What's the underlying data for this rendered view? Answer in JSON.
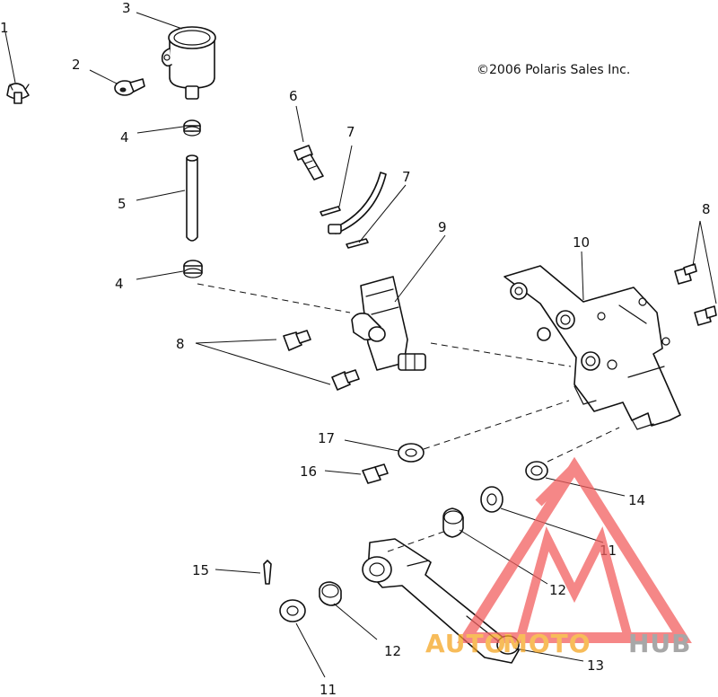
{
  "copyright": "©2006 Polaris Sales Inc.",
  "callouts": {
    "c1": "1",
    "c2": "2",
    "c3": "3",
    "c4a": "4",
    "c4b": "4",
    "c5": "5",
    "c6": "6",
    "c7a": "7",
    "c7b": "7",
    "c8a": "8",
    "c8b": "8",
    "c9": "9",
    "c10": "10",
    "c11a": "11",
    "c11b": "11",
    "c12a": "12",
    "c12b": "12",
    "c13": "13",
    "c14": "14",
    "c15": "15",
    "c16": "16",
    "c17": "17"
  },
  "watermark": {
    "brand": "AUTOMOTOHUB",
    "colors": {
      "triangle": "#f26060",
      "text_orange": "#f5a623",
      "text_gray": "#8a8a8a"
    }
  }
}
